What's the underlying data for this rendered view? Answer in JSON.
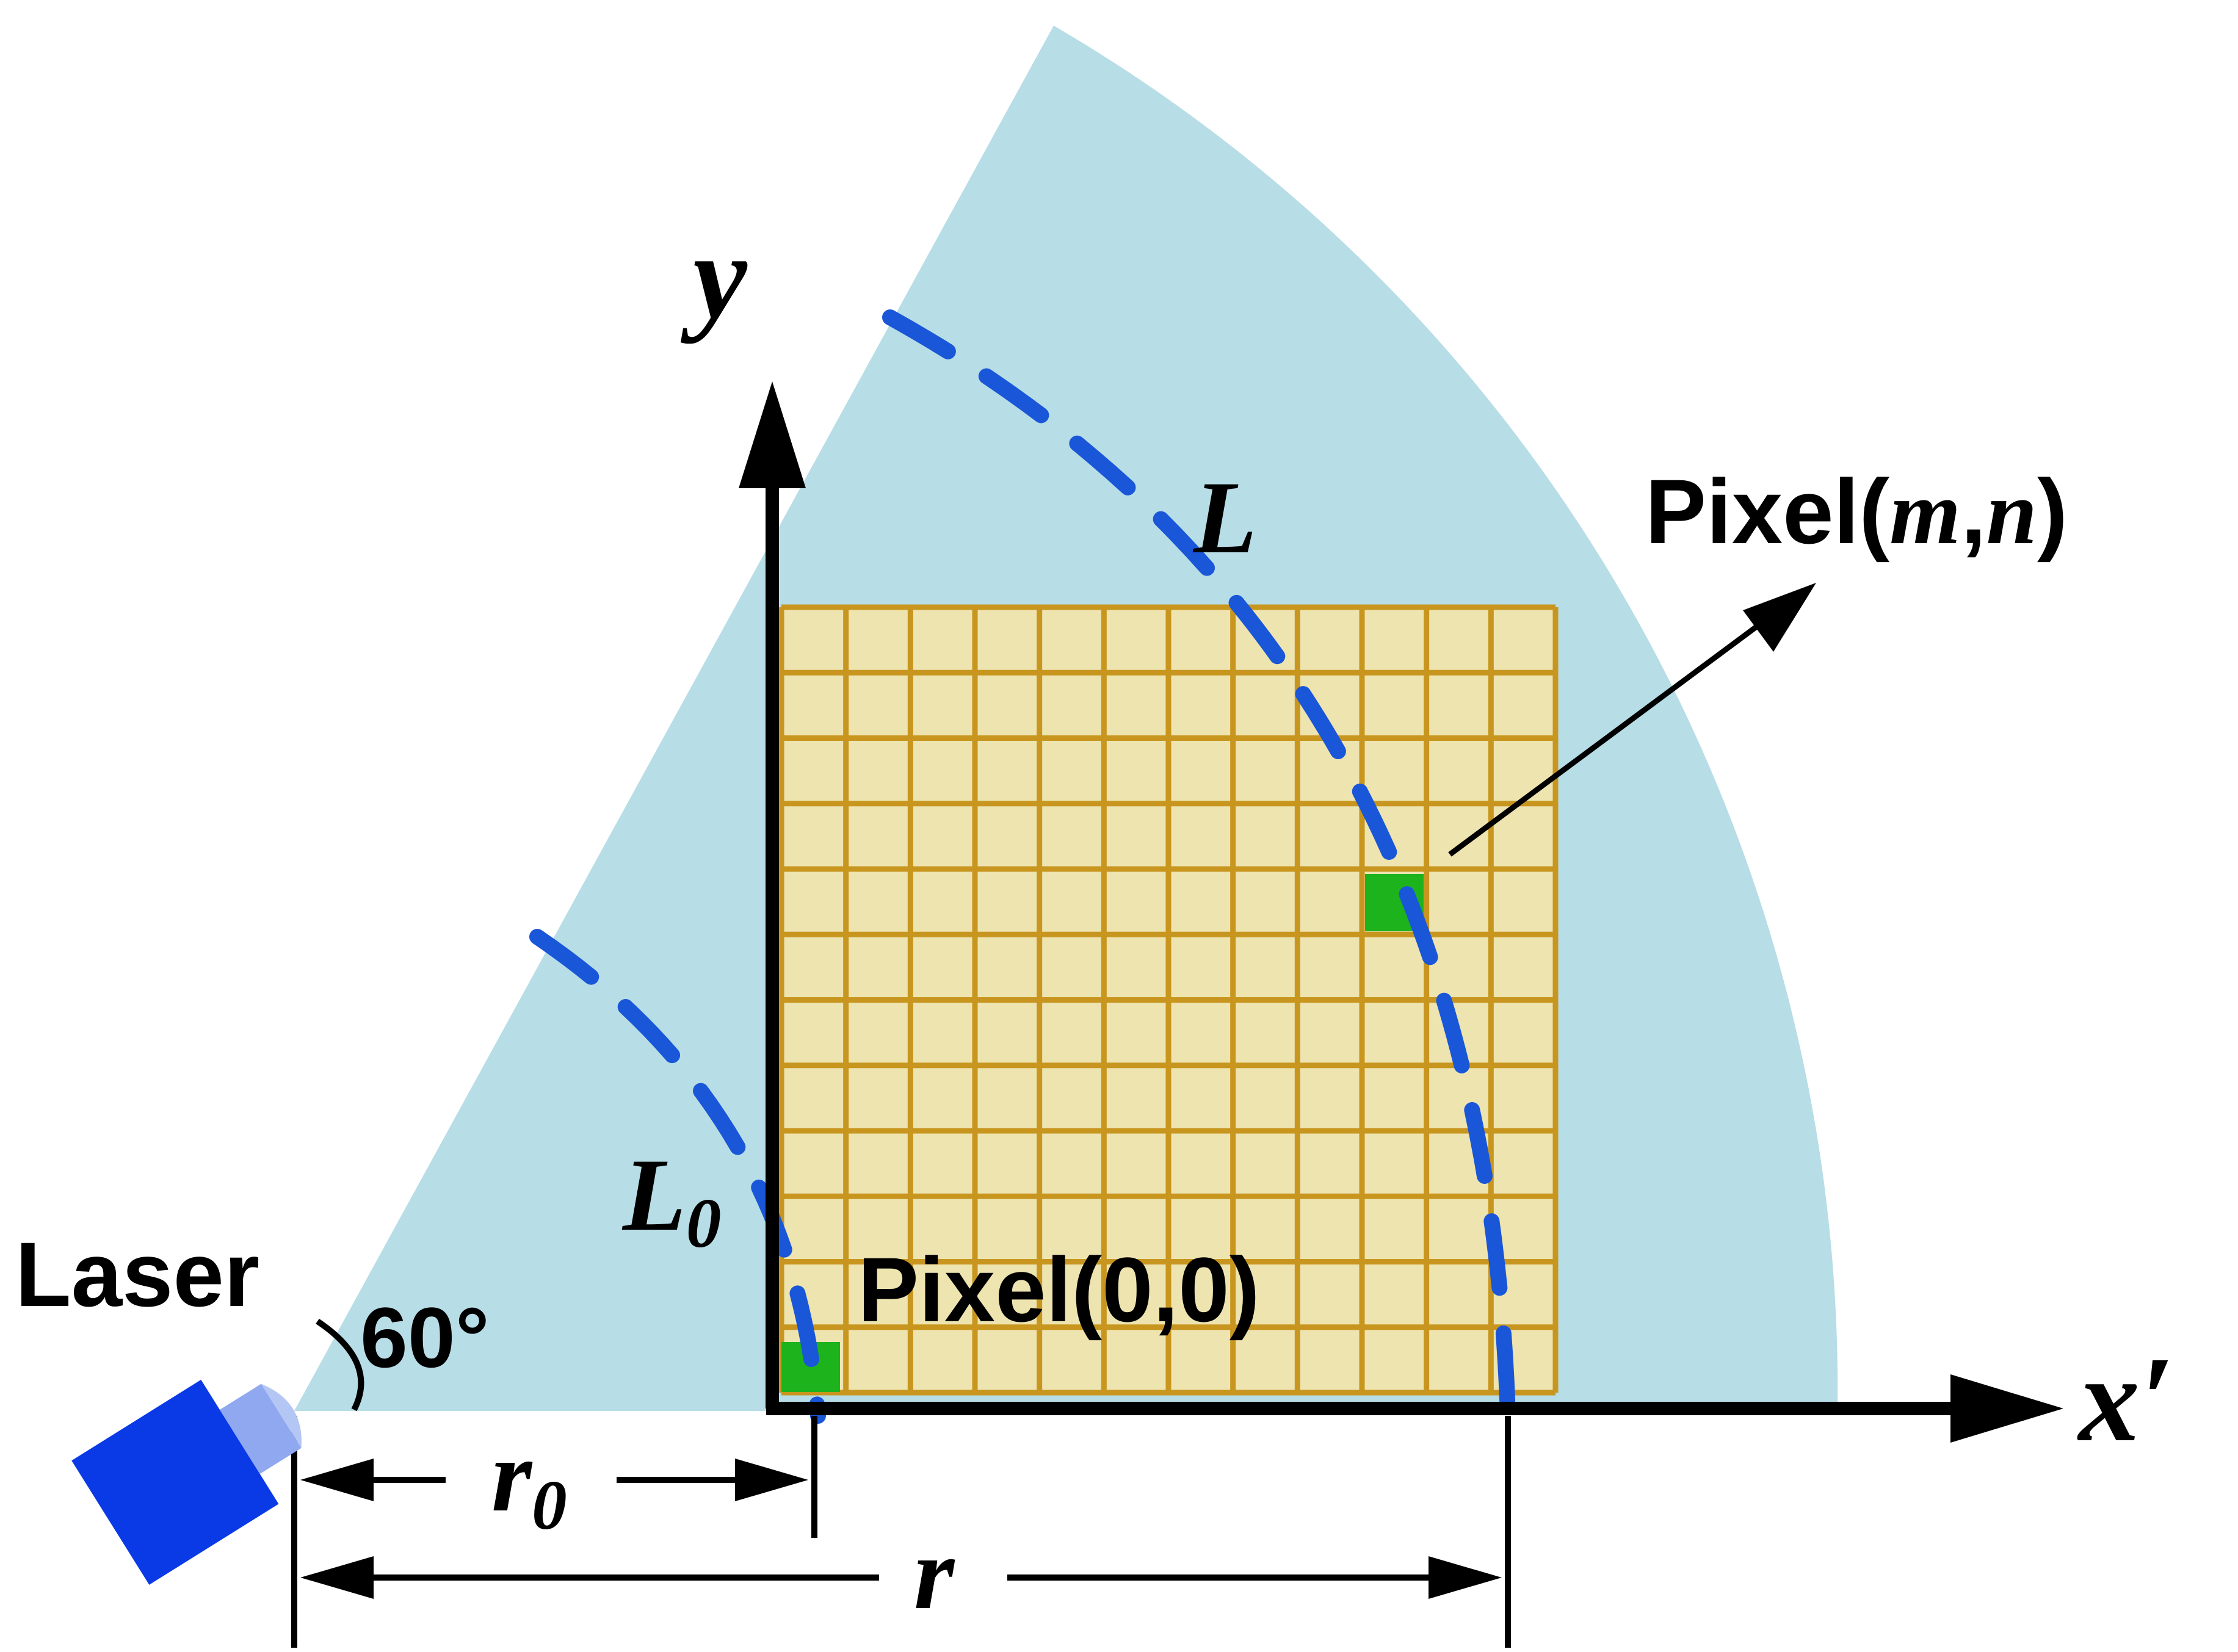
{
  "labels": {
    "laser": "Laser",
    "angle": "60°",
    "y_axis": "y",
    "x_axis": "x′",
    "curve_outer": "L",
    "curve_inner_main": "L",
    "curve_inner_sub": "0",
    "pixel_mn_prefix": "Pixel(",
    "pixel_mn_m": "m",
    "pixel_mn_comma": ",",
    "pixel_mn_n": "n",
    "pixel_mn_suffix": ")",
    "pixel_00": "Pixel(0,0)",
    "dim_r0_main": "r",
    "dim_r0_sub": "0",
    "dim_r": "r"
  },
  "grid": {
    "columns": 12,
    "rows": 12
  },
  "highlighted_pixels": [
    {
      "name": "pixel-0-0",
      "col": 0,
      "row": 0
    },
    {
      "name": "pixel-m-n",
      "col": 9,
      "row": 7
    }
  ],
  "colors": {
    "sector_fill": "#b7dde6",
    "grid_fill": "#ede4b0",
    "grid_line": "#c8961e",
    "pixel_highlight": "#1db31d",
    "dashed_arc": "#1a56d8",
    "laser_body": "#0a3ae6",
    "laser_lens": "#8fa8f0",
    "axis": "#000000"
  },
  "icons": {
    "laser": "laser-emitter-icon"
  }
}
